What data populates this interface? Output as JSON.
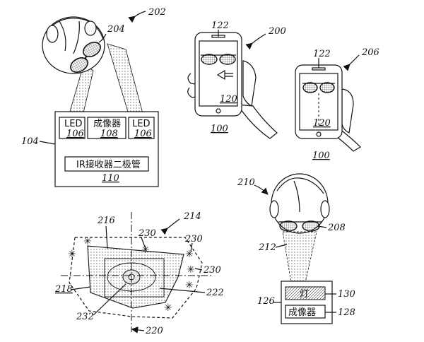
{
  "labels": {
    "l202": "202",
    "l204": "204",
    "l200": "200",
    "l122a": "122",
    "l120a": "120",
    "l100a": "100",
    "l206": "206",
    "l122b": "122",
    "l120b": "120",
    "l100b": "100",
    "l104": "104",
    "l210": "210",
    "l208": "208",
    "l212": "212",
    "l126": "126",
    "l130": "130",
    "l128": "128",
    "l214": "214",
    "l216": "216",
    "l230a": "230",
    "l230b": "230",
    "l230c": "230",
    "l218": "218",
    "l222": "222",
    "l232": "232",
    "l220": "220"
  },
  "module104": {
    "led": "LED",
    "led_num": "106",
    "imager": "成像器",
    "imager_num": "108",
    "ir": "IR接收器二极管",
    "ir_num": "110"
  },
  "module126": {
    "lamp": "灯",
    "imager": "成像器"
  },
  "icons": [
    "head-icon",
    "sunglasses-icon",
    "smartphone-icon",
    "hand-icon",
    "arrow-icon",
    "sparkle-marker-icon"
  ]
}
